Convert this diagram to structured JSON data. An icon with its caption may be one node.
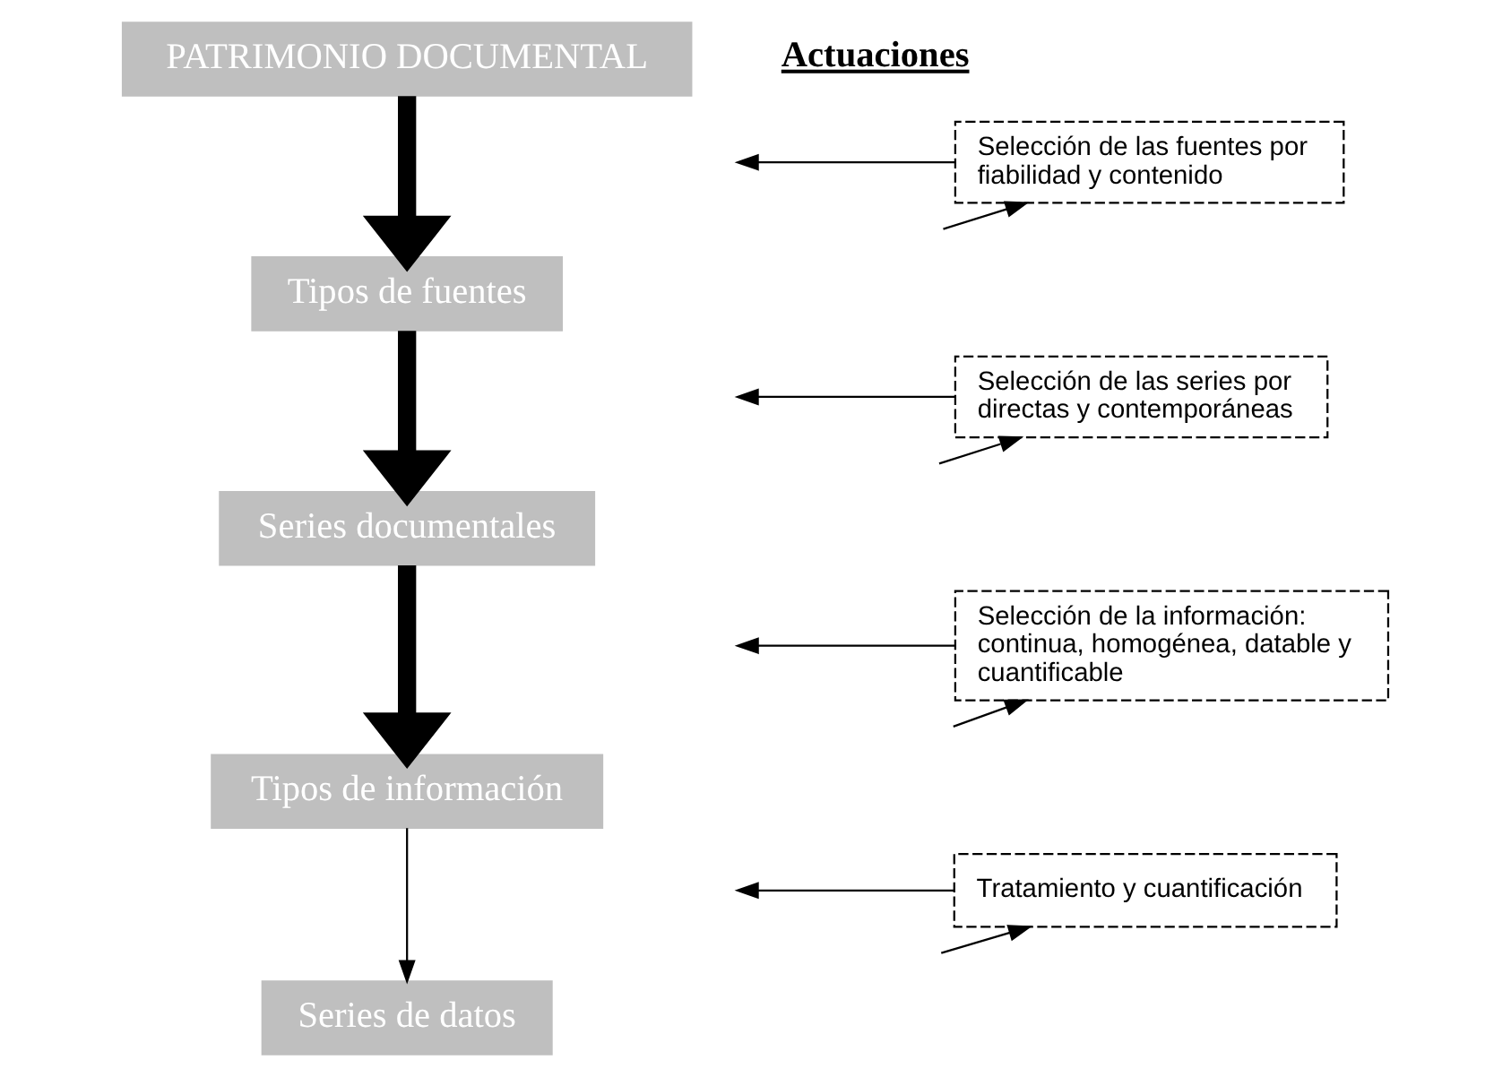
{
  "diagram": {
    "nodes": [
      {
        "text": [
          "PATRIMONIO DOCUMENTAL"
        ]
      },
      {
        "text": [
          "Tipos de fuentes"
        ]
      },
      {
        "text": [
          "Series documentales"
        ]
      },
      {
        "text": [
          "Tipos de información"
        ]
      },
      {
        "text": [
          "Series de datos"
        ]
      },
      {
        "text": [
          "Selección de las fuentes por fiabilidad y contenido"
        ]
      },
      {
        "text": [
          "Selección de las series por directas y contemporáneas"
        ]
      },
      {
        "text": [
          "Selección de la información: continua, homogénea, datable y cuantificable"
        ]
      },
      {
        "text": [
          "Tratamiento y cuantificación"
        ]
      }
    ],
    "edges": [
      {
        "from": 0,
        "to": 1,
        "arrow": "to",
        "style": "thick"
      },
      {
        "from": 1,
        "to": 2,
        "arrow": "to",
        "style": "thick"
      },
      {
        "from": 2,
        "to": 3,
        "arrow": "to",
        "style": "thick"
      },
      {
        "from": 3,
        "to": 4,
        "arrow": "to"
      },
      {
        "from": 5,
        "to": null,
        "arrow": "to"
      },
      {
        "from": null,
        "to": 5,
        "arrow": "to"
      },
      {
        "from": 6,
        "to": null,
        "arrow": "to"
      },
      {
        "from": null,
        "to": 6,
        "arrow": "to"
      },
      {
        "from": 7,
        "to": null,
        "arrow": "to"
      },
      {
        "from": null,
        "to": 7,
        "arrow": "to"
      },
      {
        "from": 8,
        "to": null,
        "arrow": "to"
      },
      {
        "from": null,
        "to": 8,
        "arrow": "to"
      }
    ],
    "labels": [
      "Actuaciones"
    ]
  }
}
